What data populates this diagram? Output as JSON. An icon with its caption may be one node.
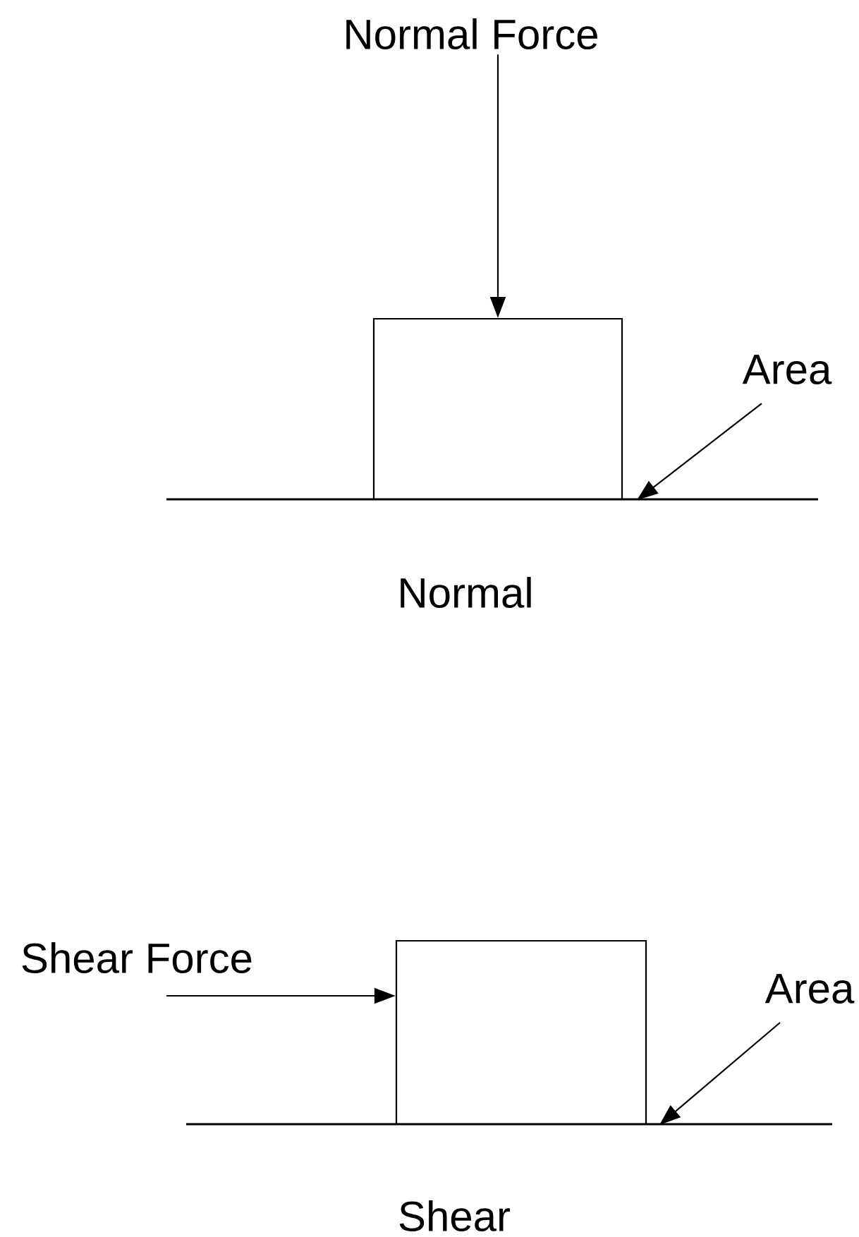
{
  "diagram": {
    "nodes": [
      {
        "text": [
          "Normal Force"
        ]
      },
      {
        "text": [],
        "shape": "box"
      },
      {
        "text": [
          "Area"
        ]
      },
      {
        "text": [
          "Shear Force"
        ]
      },
      {
        "text": [],
        "shape": "box"
      },
      {
        "text": [
          "Area"
        ]
      }
    ],
    "edges": [
      {
        "from": 0,
        "to": 1,
        "arrow": "to"
      },
      {
        "from": 2,
        "to": 1,
        "arrow": "to"
      },
      {
        "from": 3,
        "to": 4,
        "arrow": "to"
      },
      {
        "from": 5,
        "to": 4,
        "arrow": "to"
      }
    ],
    "labels": [
      "Normal",
      "Shear"
    ]
  }
}
